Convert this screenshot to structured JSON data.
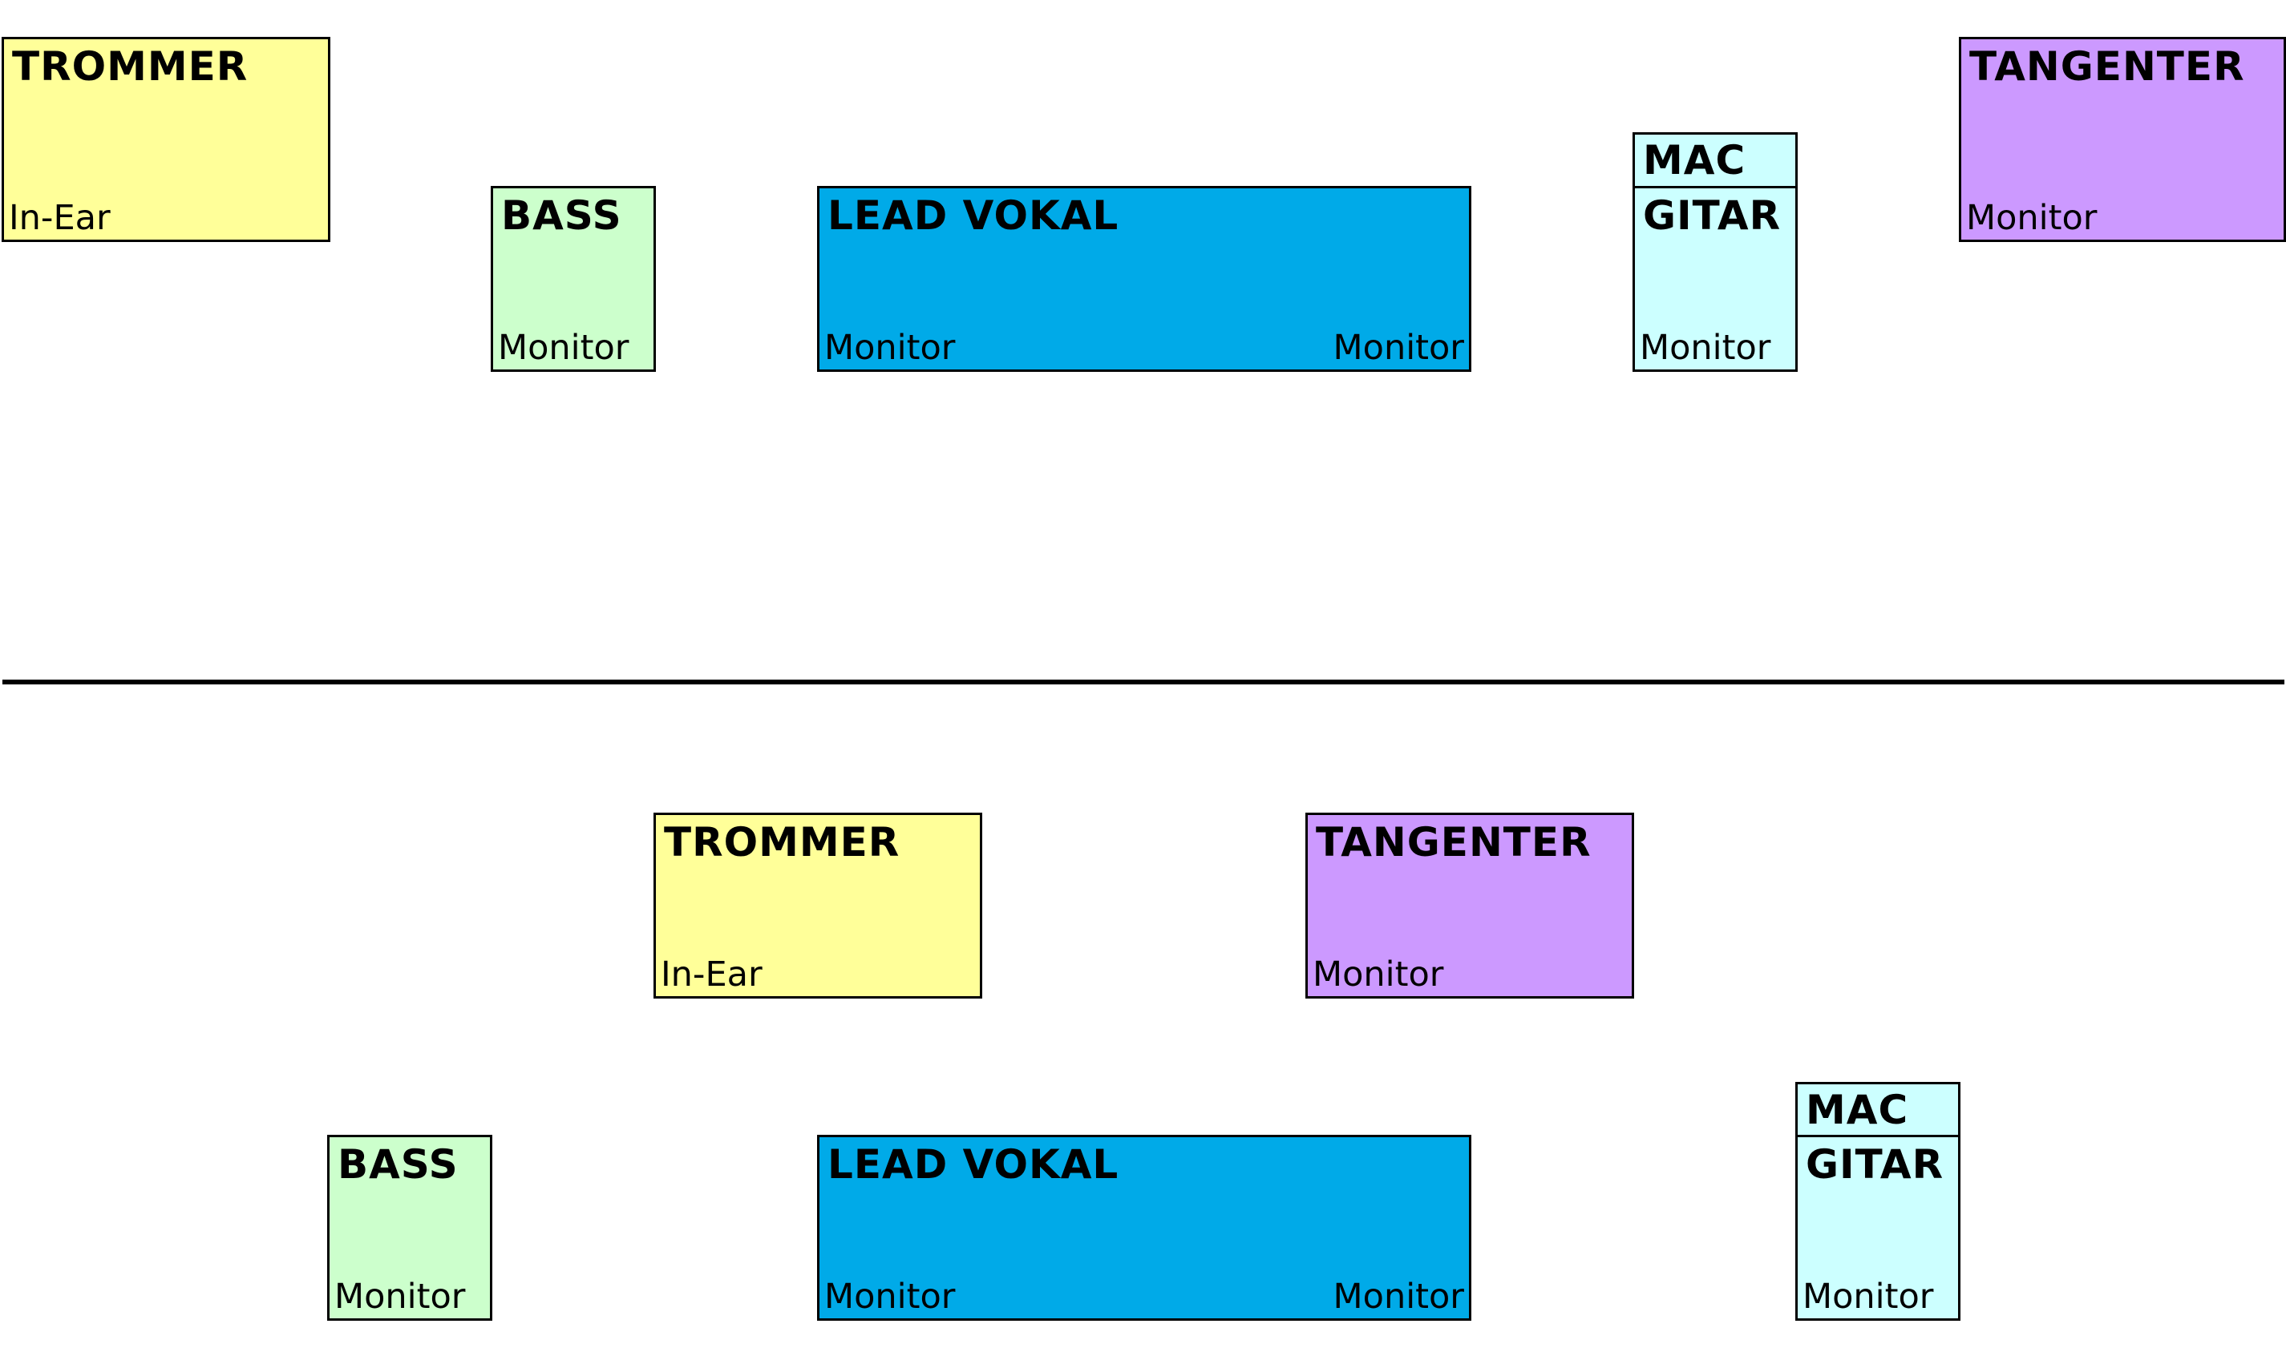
{
  "colors": {
    "drums": "#ffff99",
    "bass": "#ccffcc",
    "vocal": "#00aae8",
    "guitar": "#ccffff",
    "keys": "#cc99ff",
    "line": "#000000"
  },
  "top": {
    "drums": {
      "title": "TROMMER",
      "note": "In-Ear"
    },
    "bass": {
      "title": "BASS",
      "note": "Monitor"
    },
    "vocal": {
      "title": "LEAD VOKAL",
      "note_left": "Monitor",
      "note_right": "Monitor"
    },
    "mac": {
      "title": "MAC"
    },
    "guitar": {
      "title": "GITAR",
      "note": "Monitor"
    },
    "keys": {
      "title": "TANGENTER",
      "note": "Monitor"
    }
  },
  "bottom": {
    "drums": {
      "title": "TROMMER",
      "note": "In-Ear"
    },
    "keys": {
      "title": "TANGENTER",
      "note": "Monitor"
    },
    "bass": {
      "title": "BASS",
      "note": "Monitor"
    },
    "vocal": {
      "title": "LEAD VOKAL",
      "note_left": "Monitor",
      "note_right": "Monitor"
    },
    "mac": {
      "title": "MAC"
    },
    "guitar": {
      "title": "GITAR",
      "note": "Monitor"
    }
  }
}
